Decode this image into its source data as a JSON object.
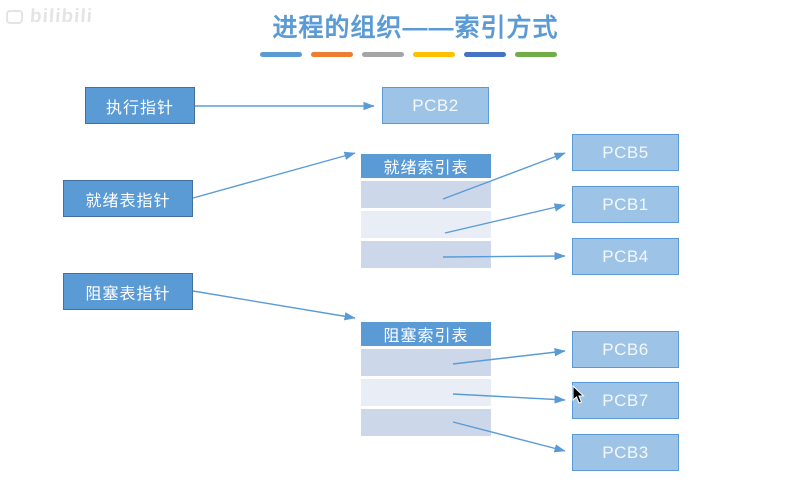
{
  "watermark": {
    "text": "bilibili"
  },
  "title": {
    "text": "进程的组织——索引方式"
  },
  "divider_dashes": [
    "#5b9bd5",
    "#ed7d31",
    "#a5a5a5",
    "#ffc000",
    "#4472c4",
    "#70ad47"
  ],
  "pointers": {
    "exec": {
      "label": "执行指针"
    },
    "ready": {
      "label": "就绪表指针"
    },
    "blocked": {
      "label": "阻塞表指针"
    }
  },
  "tables": {
    "ready": {
      "header": "就绪索引表",
      "rows": [
        "",
        "",
        ""
      ]
    },
    "blocked": {
      "header": "阻塞索引表",
      "rows": [
        "",
        "",
        ""
      ]
    }
  },
  "pcbs": {
    "pcb2": {
      "label": "PCB2"
    },
    "pcb5": {
      "label": "PCB5"
    },
    "pcb1": {
      "label": "PCB1"
    },
    "pcb4": {
      "label": "PCB4"
    },
    "pcb6": {
      "label": "PCB6"
    },
    "pcb7": {
      "label": "PCB7"
    },
    "pcb3": {
      "label": "PCB3"
    }
  },
  "colors": {
    "title_color": "#5b9bd5",
    "pointer_fill": "#5b9bd5",
    "pointer_border": "#41719c",
    "pcb_fill": "#9dc3e6",
    "pcb_border": "#5b9bd5",
    "header_fill": "#5b9bd5",
    "row_odd": "#ccd8ea",
    "row_even": "#e9eef6",
    "arrow": "#5b9bd5",
    "watermark": "#e2e2e2"
  }
}
